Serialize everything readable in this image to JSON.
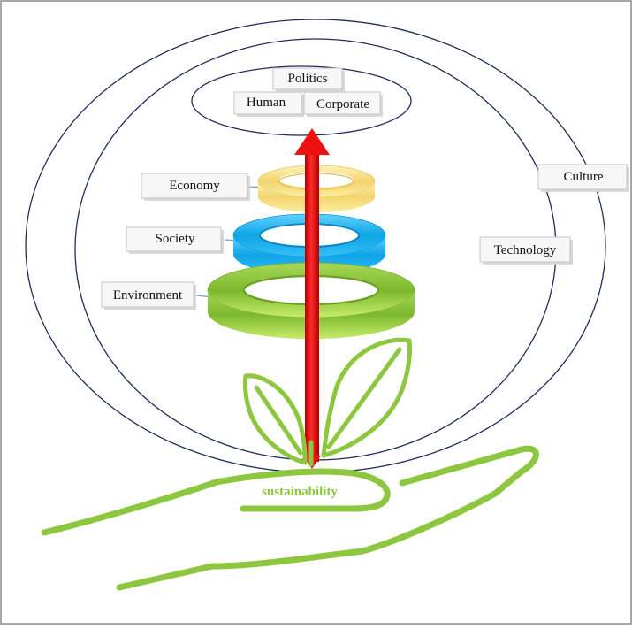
{
  "labels": {
    "politics": "Politics",
    "human": "Human",
    "corporate": "Corporate",
    "economy": "Economy",
    "society": "Society",
    "environment": "Environment",
    "culture": "Culture",
    "technology": "Technology",
    "sustainability": "sustainability"
  },
  "colors": {
    "frame": "#555555",
    "ellipse_stroke": "#1f2d5a",
    "arrow": "#ee1111",
    "economy_ring": "#f5e08a",
    "society_ring": "#19b2ee",
    "environment_ring": "#8ac43a",
    "plant_and_hand": "#8dc63f",
    "sustainability_text": "#8dc63f"
  }
}
